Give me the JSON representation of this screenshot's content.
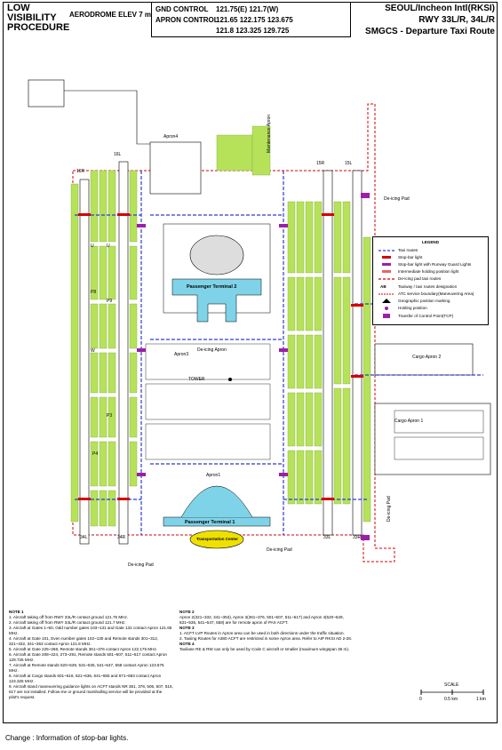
{
  "header": {
    "procedure": "LOW\nVISIBILITY\nPROCEDURE",
    "elevation": "AERODROME ELEV 7 m",
    "gnd_label": "GND CONTROL",
    "gnd_freq": "121.75(E)  121.7(W)",
    "apron_label": "APRON CONTROL",
    "apron_freq_1": "121.65  122.175  123.675",
    "apron_freq_2": "121.8   123.325  129.725",
    "airport": "SEOUL/Incheon Intl(RKSI)",
    "runways": "RWY 33L/R, 34L/R",
    "chart_title": "SMGCS - Departure Taxi Route"
  },
  "map_labels": {
    "apron4": "Apron4",
    "maintenance": "Maintenance Apron",
    "pt2": "Passenger Terminal 2",
    "apron3": "Apron3",
    "deicing_apron": "De-icing Apron",
    "tower": "TOWER",
    "apron1": "Apron1",
    "pt1": "Passenger Terminal 1",
    "transport": "Transportation Center",
    "cargo1": "Cargo Apron 1",
    "cargo2": "Cargo Apron 2",
    "deicing_pad": "De-icing Pad",
    "rwy_16l": "16L",
    "rwy_16r": "16R",
    "rwy_15l": "15L",
    "rwy_15r": "15R",
    "rwy_34l": "34L",
    "rwy_34r": "34R",
    "rwy_33l": "33L",
    "rwy_33r": "33R",
    "tw_u": "U",
    "tw_w": "W",
    "tw_p": "P",
    "tw_p8": "P8",
    "tw_p9": "P9",
    "tw_p3": "P3",
    "tw_p4": "P4"
  },
  "legend": {
    "title": "LEGEND",
    "items": [
      "Taxi routes",
      "Stop-bar light",
      "Stop-bar light with Runway Guard Lights",
      "Intermediate holding position light",
      "De-icing pad taxi routes",
      "Taxiway / taxi routes designation",
      "ATC service boundary(Maneuvering Area)",
      "Geographic position marking",
      "Holding position",
      "Transfer of Control Point(TCP)"
    ],
    "ab": "AB"
  },
  "notes": {
    "note1_title": "NOTE 1",
    "note1": [
      "1. Aircraft taking off from RWY 33L/R contact ground 121.75 MHz.",
      "2. Aircraft taking off from RWY 34L/R contact ground 121.7 MHz.",
      "3. Aircraft at Gates 1~50, Odd number gates 103~131 and Gate 132 contact Apron 121.65 MHz.",
      "4. Aircraft at Gate 101, Even number gates 102~130 and Remote stands 301~312, 321~332, 341~353 contact Apron 121.8 MHz.",
      "5. Aircraft at Gate 225~268, Remote stands 361~376 contact Apron 122.175 MHz.",
      "6. Aircraft at Gate 208~224, 273~291, Remote stands 501~507, 511~517 contact Apron 129.725 MHz.",
      "7. Aircraft at Remote stands 520~529, 531~535, 541~547, 558 contact Apron 123.675 MHz.",
      "8. Aircraft at Cargo stands 601~616, 621~636, 641~655 and 671~683 contact Apron 123.325 MHz.",
      "9. Aircraft stand maneuvering guidance lights on ACFT stands NR 361, 376, 506, 507, 516, 517 are not installed. Follow-me or ground marshalling service will be provided at the pilot's request."
    ],
    "note2_title": "NOTE 2",
    "note2": "Apron 2(321~332, 341~353), Apron 3(361~376, 501~507, 511~517) and Apron 4(520~529, 531~535, 541~547, 558) are for remote apron of PAX ACFT.",
    "note3_title": "NOTE 3",
    "note3": [
      "1. ACFT LVP Routes in Apron area can be used in both directions under the traffic situation.",
      "2. Taxiing Routes for A380 ACFT are restricted in some Apron area. Refer to AIP RKSI AD 2-28."
    ],
    "note4_title": "NOTE 4",
    "note4": "Taxilane RE & RW can only be used by Code C aircraft or smaller (maximum wingspan 36 m)."
  },
  "scale": {
    "title": "SCALE",
    "t0": "0",
    "t1": "0.5 km",
    "t2": "1 km"
  },
  "footer": {
    "change": "Change : Information of stop-bar lights."
  },
  "colors": {
    "grass": "#b6e25a",
    "taxi_route": "#2c3ccf",
    "stopbar": "#d40000",
    "terminal": "#7fd3e8",
    "holding": "#9b1fa8",
    "atc_boundary": "#d40000"
  }
}
